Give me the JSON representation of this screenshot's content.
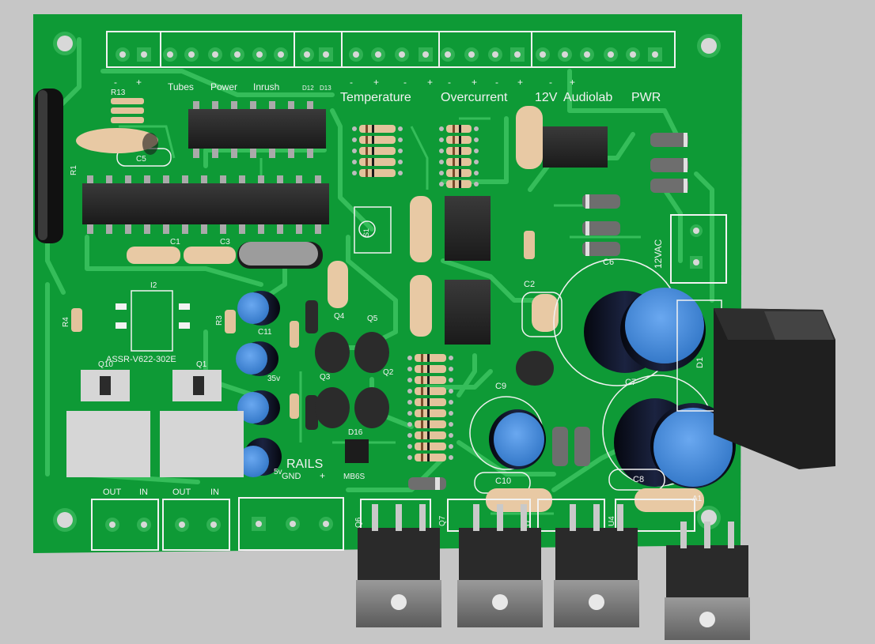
{
  "board": {
    "colors": {
      "background": "#c6c6c6",
      "board": "#0e9a36",
      "trace": "#35bd5a",
      "silkscreen": "#f2f2f2",
      "ic_body": "#2b2b2b",
      "resistor_body": "#e3c39c",
      "capacitor_ceramic": "#e8c9a4",
      "electrolytic_top": "#4a90e2",
      "electrolytic_body": "#10152a"
    },
    "top_header_labels": {
      "tubes": "Tubes",
      "power": "Power",
      "inrush": "Inrush",
      "d12": "D12",
      "d13": "D13",
      "temperature": "Temperature",
      "overcurrent": "Overcurrent",
      "v12": "12V",
      "audiolab": "Audiolab",
      "pwr": "PWR"
    },
    "polarity_marks": {
      "minus": "-",
      "plus": "+"
    },
    "designators": {
      "r13": "R13",
      "c5": "C5",
      "r1": "R1",
      "c1": "C1",
      "c3": "C3",
      "c6": "C6",
      "c2": "C2",
      "c7": "C7",
      "c8": "C8",
      "c9": "C9",
      "c10": "C10",
      "c11": "C11",
      "r3": "R3",
      "r4": "R4",
      "q1": "Q1",
      "q2": "Q2",
      "q3": "Q3",
      "q4": "Q4",
      "q5": "Q5",
      "q6": "Q6",
      "q7": "Q7",
      "q10": "Q10",
      "u3": "U",
      "u4": "U4",
      "d1": "D1",
      "d16": "D16",
      "ic2": "I2",
      "s1": "S1",
      "a1": "A1"
    },
    "part_labels": {
      "ssr": "ASSR-V622-302E",
      "bridge": "MB6S",
      "cap_35v": "35v",
      "cap_5v": "5v",
      "rails": "RAILS",
      "gnd": "GND",
      "plus": "+",
      "out_1": "OUT",
      "in_1": "IN",
      "out_2": "OUT",
      "in_2": "IN",
      "vac": "12VAC"
    }
  }
}
